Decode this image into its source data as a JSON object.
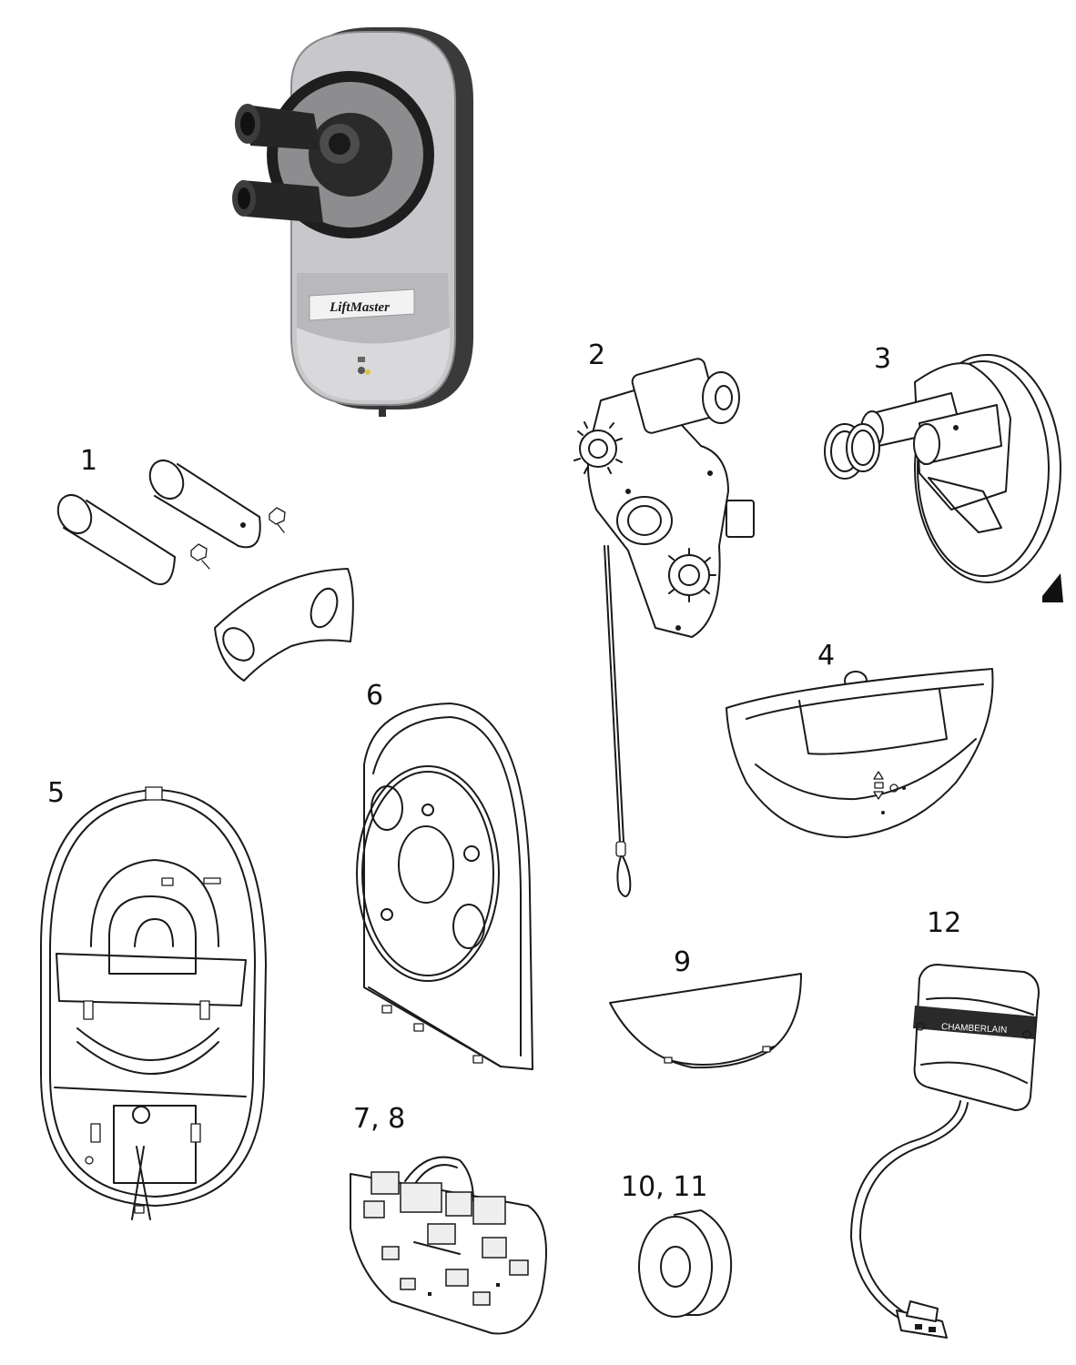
{
  "brand": {
    "logo_text": "LiftMaster"
  },
  "module_label": "CHAMBERLAIN",
  "parts": [
    {
      "number": "1"
    },
    {
      "number": "2"
    },
    {
      "number": "3"
    },
    {
      "number": "4"
    },
    {
      "number": "5"
    },
    {
      "number": "6"
    },
    {
      "number": "7, 8"
    },
    {
      "number": "9"
    },
    {
      "number": "10, 11"
    },
    {
      "number": "12"
    }
  ]
}
